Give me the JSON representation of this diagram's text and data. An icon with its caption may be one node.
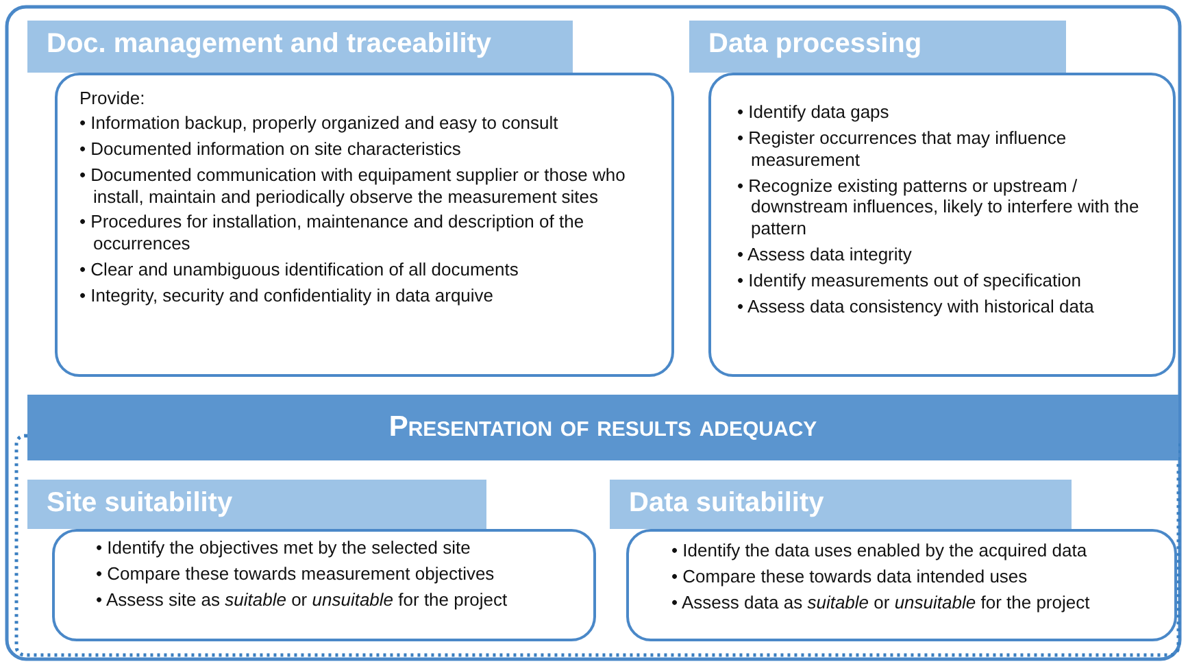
{
  "diagram": {
    "nodes": [
      {
        "text": [
          "Doc. management and traceability",
          "Provide:",
          "• Information backup, properly organized and easy to consult",
          "• Documented information on site characteristics",
          "• Documented communication with equipament supplier or those who install, maintain and periodically observe the measurement sites",
          "• Procedures for installation, maintenance and description of the occurrences",
          "• Clear and unambiguous identification of all documents",
          "• Integrity, security and confidentiality in data arquive"
        ]
      },
      {
        "text": [
          "Data processing",
          "• Identify data gaps",
          "• Register occurrences that may influence measurement",
          "• Recognize existing patterns or upstream / downstream influences, likely to interfere with the pattern",
          "• Assess data integrity",
          "• Identify measurements out of specification",
          "• Assess data consistency with historical data"
        ]
      },
      {
        "text": [
          "Presentation of results adequacy"
        ]
      },
      {
        "text": [
          "Site suitability",
          "• Identify the objectives met by the selected site",
          "• Compare these towards measurement objectives",
          "• Assess site as *suitable* or *unsuitable* for the project"
        ]
      },
      {
        "text": [
          "Data suitability",
          "• Identify the data uses enabled by the acquired data",
          "• Compare these towards data intended uses",
          "• Assess data as *suitable* or *unsuitable* for the project"
        ]
      }
    ],
    "edges": []
  }
}
